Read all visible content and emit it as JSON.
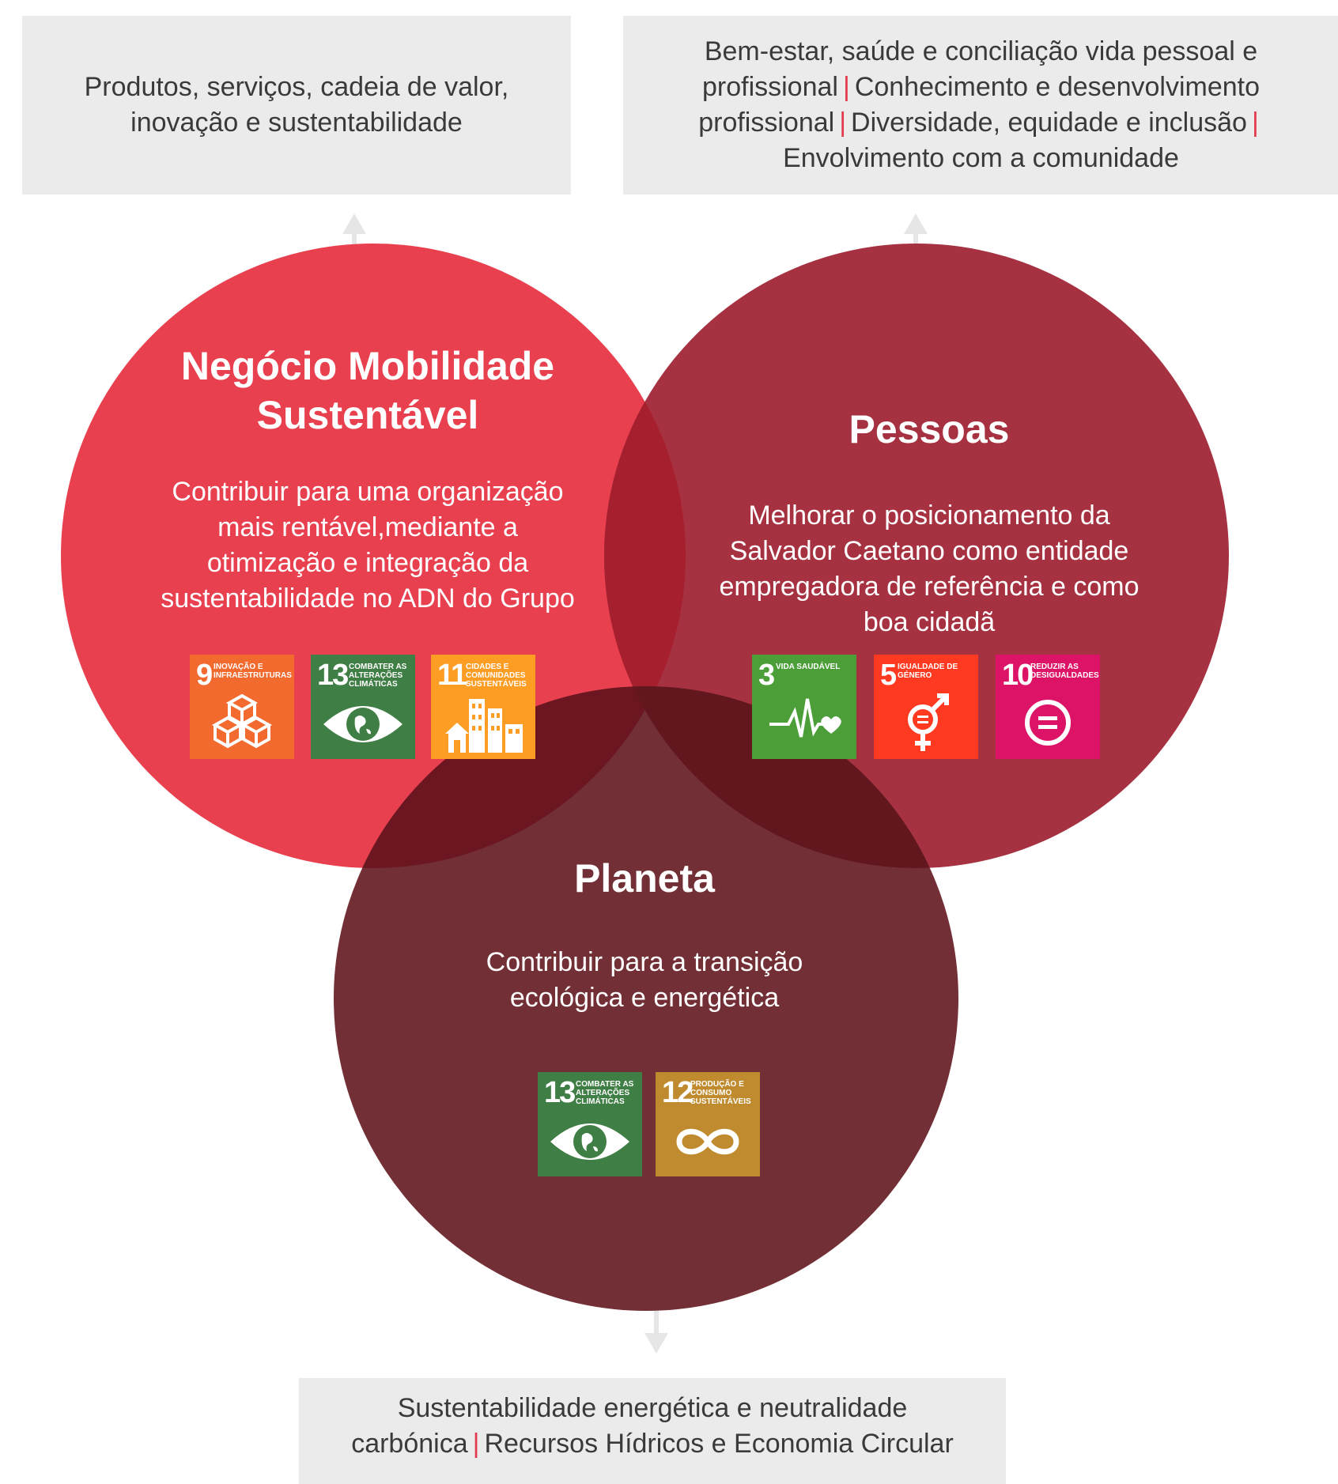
{
  "boxes": {
    "top_left": {
      "lines": [
        "Produtos, serviços, cadeia de valor,",
        "inovação e sustentabilidade"
      ]
    },
    "top_right": {
      "line1": "Bem-estar, saúde e conciliação vida pessoal e",
      "line2a": "profissional",
      "line2b": "Conhecimento e desenvolvimento",
      "line3a": "profissional",
      "line3b": "Diversidade, equidade e inclusão",
      "line4": "Envolvimento com a comunidade",
      "separator": "|"
    },
    "bottom": {
      "line1": "Sustentabilidade energética e neutralidade",
      "line2a": "carbónica",
      "line2b": "Recursos Hídricos e Economia Circular",
      "separator": "|"
    }
  },
  "circles": {
    "negocio": {
      "title_lines": [
        "Negócio Mobilidade",
        "Sustentável"
      ],
      "text_lines": [
        "Contribuir para uma organização",
        "mais rentável,mediante a",
        "otimização e integração da",
        "sustentabilidade no ADN do Grupo"
      ],
      "color": "#e8404f"
    },
    "pessoas": {
      "title": "Pessoas",
      "text_lines": [
        "Melhorar o posicionamento da",
        "Salvador Caetano como entidade",
        "empregadora de referência e como",
        "boa cidadã"
      ],
      "color": "#a63241"
    },
    "planeta": {
      "title": "Planeta",
      "text_lines": [
        "Contribuir para a transição",
        "ecológica e energética"
      ],
      "color": "#722f36"
    }
  },
  "sdg_icons": [
    {
      "num": "9",
      "label": "Inovação e infraestruturas",
      "color": "#f26a2e",
      "icon": "cubes-icon"
    },
    {
      "num": "13",
      "label": "Combater as alterações climáticas",
      "color": "#3f7e44",
      "icon": "eye-globe-icon"
    },
    {
      "num": "11",
      "label": "Cidades e comunidades sustentáveis",
      "color": "#fd9d24",
      "icon": "buildings-icon"
    },
    {
      "num": "3",
      "label": "Vida saudável",
      "color": "#4c9f38",
      "icon": "heartbeat-icon"
    },
    {
      "num": "5",
      "label": "Igualdade de género",
      "color": "#ff3a21",
      "icon": "gender-icon"
    },
    {
      "num": "10",
      "label": "Reduzir as desigualdades",
      "color": "#dd1367",
      "icon": "equality-icon"
    },
    {
      "num": "13",
      "label": "Combater as alterações climáticas",
      "color": "#3f7e44",
      "icon": "eye-globe-icon"
    },
    {
      "num": "12",
      "label": "Produção e consumo sustentáveis",
      "color": "#bf8b2e",
      "icon": "infinity-icon"
    }
  ],
  "colors": {
    "arrow": "#e6e6e6",
    "box_bg": "#ebebeb",
    "separator": "#e23b4f"
  }
}
